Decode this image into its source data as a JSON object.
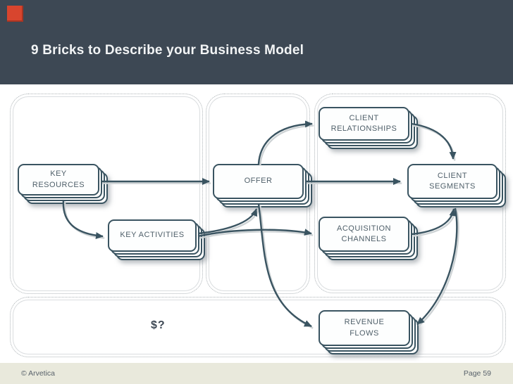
{
  "header": {
    "title": "9 Bricks to Describe your Business Model"
  },
  "diagram": {
    "bricks": [
      {
        "id": "key-resources",
        "label": "KEY RESOURCES"
      },
      {
        "id": "key-activities",
        "label": "KEY ACTIVITIES"
      },
      {
        "id": "offer",
        "label": "OFFER"
      },
      {
        "id": "client-relationships",
        "label": "CLIENT\nRELATIONSHIPS"
      },
      {
        "id": "client-segments",
        "label": "CLIENT\nSEGMENTS"
      },
      {
        "id": "acquisition-channels",
        "label": "ACQUISITION\nCHANNELS"
      },
      {
        "id": "revenue-flows",
        "label": "REVENUE\nFLOWS"
      }
    ],
    "money_label": "$?",
    "connections": [
      {
        "from": "key-resources",
        "to": "offer"
      },
      {
        "from": "key-resources",
        "to": "key-activities"
      },
      {
        "from": "key-activities",
        "to": "offer"
      },
      {
        "from": "key-activities",
        "to": "acquisition-channels"
      },
      {
        "from": "offer",
        "to": "client-relationships"
      },
      {
        "from": "offer",
        "to": "client-segments"
      },
      {
        "from": "offer",
        "to": "revenue-flows"
      },
      {
        "from": "client-relationships",
        "to": "client-segments"
      },
      {
        "from": "acquisition-channels",
        "to": "client-segments"
      },
      {
        "from": "client-segments",
        "to": "revenue-flows"
      }
    ]
  },
  "footer": {
    "copyright": "© Arvetica",
    "page": "Page 59"
  },
  "colors": {
    "header_bg": "#3d4854",
    "title_text": "#f2f4f5",
    "node_border": "#3a5461",
    "node_text": "#50606a",
    "panel_border": "#aeb4b7",
    "footer_bg": "#e9e9dc",
    "footer_text": "#59626b",
    "marker_red": "#d8452e"
  }
}
